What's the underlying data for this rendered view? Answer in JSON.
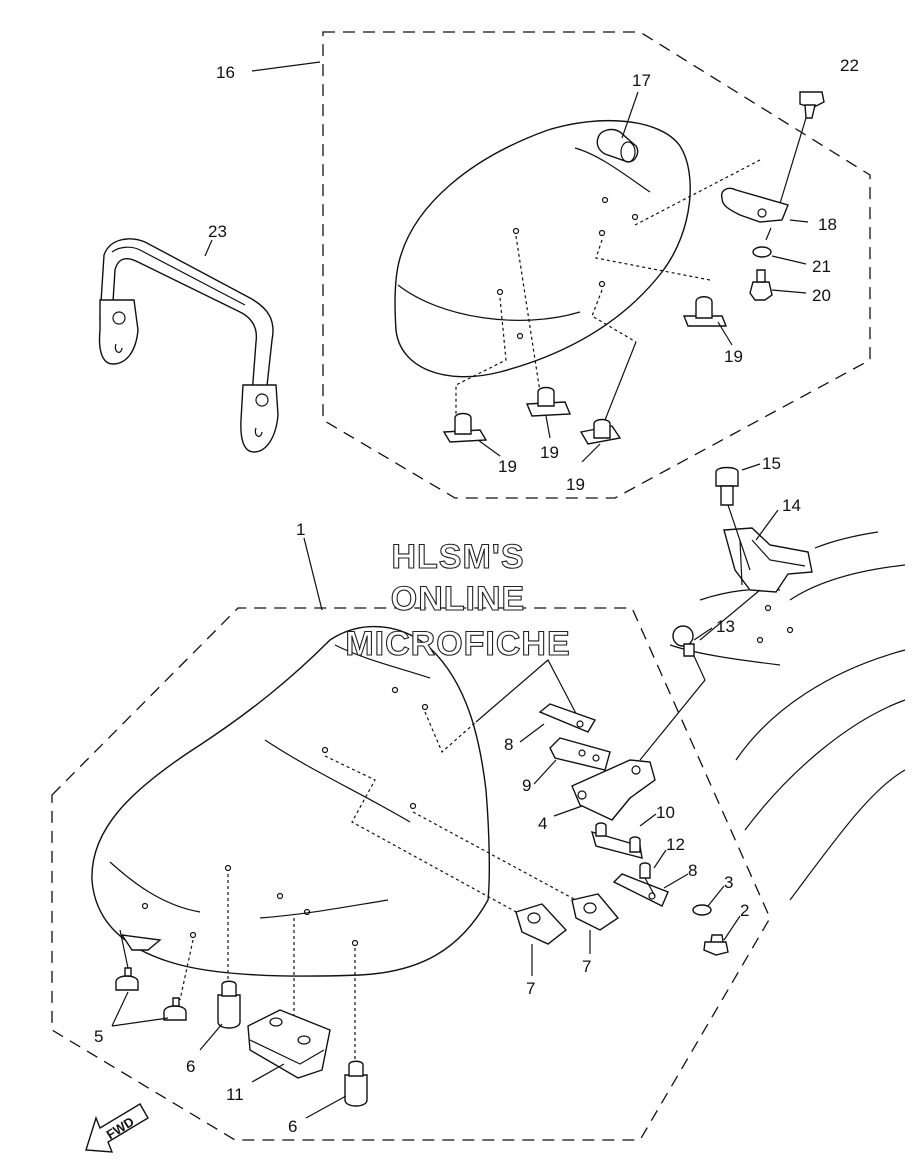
{
  "watermark": {
    "line1": "HLSM'S",
    "line2": "ONLINE",
    "line3": "MICROFICHE"
  },
  "fwd_label": "FWD",
  "callouts": {
    "c1": "1",
    "c2": "2",
    "c3": "3",
    "c4": "4",
    "c5": "5",
    "c6a": "6",
    "c6b": "6",
    "c7a": "7",
    "c7b": "7",
    "c8a": "8",
    "c8b": "8",
    "c9": "9",
    "c10": "10",
    "c11": "11",
    "c12": "12",
    "c13": "13",
    "c14": "14",
    "c15": "15",
    "c16": "16",
    "c17": "17",
    "c18": "18",
    "c19a": "19",
    "c19b": "19",
    "c19c": "19",
    "c19d": "19",
    "c20": "20",
    "c21": "21",
    "c22": "22",
    "c23": "23"
  }
}
